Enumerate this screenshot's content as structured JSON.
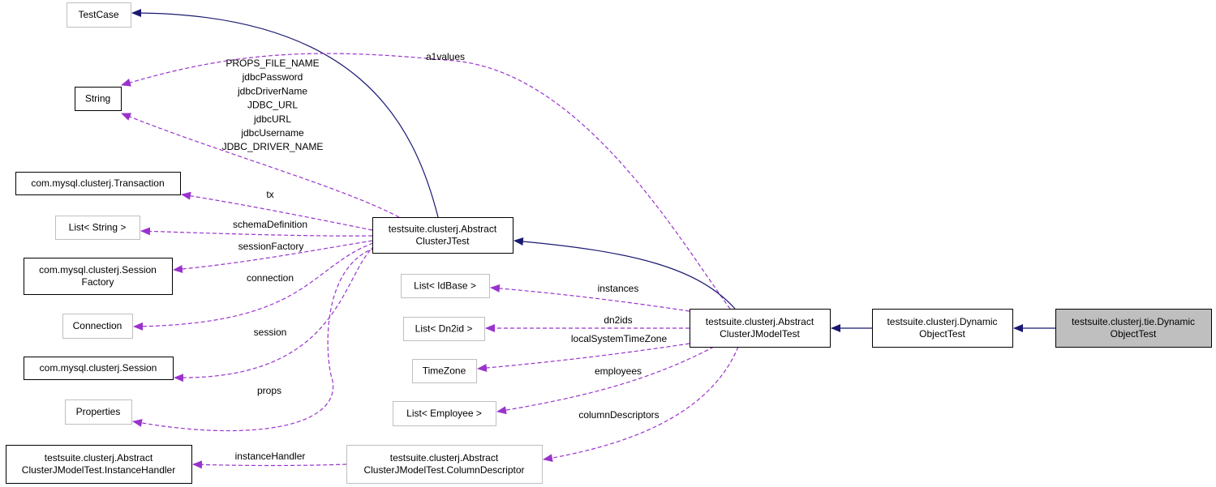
{
  "nodes": [
    {
      "id": "testcase",
      "lines": [
        "TestCase"
      ],
      "style": "external"
    },
    {
      "id": "string",
      "lines": [
        "String"
      ],
      "style": "normal"
    },
    {
      "id": "transaction",
      "lines": [
        "com.mysql.clusterj.Transaction"
      ],
      "style": "normal"
    },
    {
      "id": "list_string",
      "lines": [
        "List< String >"
      ],
      "style": "external"
    },
    {
      "id": "session_factory",
      "lines": [
        "com.mysql.clusterj.Session",
        "Factory"
      ],
      "style": "normal"
    },
    {
      "id": "connection",
      "lines": [
        "Connection"
      ],
      "style": "external"
    },
    {
      "id": "session",
      "lines": [
        "com.mysql.clusterj.Session"
      ],
      "style": "normal"
    },
    {
      "id": "properties",
      "lines": [
        "Properties"
      ],
      "style": "external"
    },
    {
      "id": "instance_handler",
      "lines": [
        "testsuite.clusterj.Abstract",
        "ClusterJModelTest.InstanceHandler"
      ],
      "style": "normal"
    },
    {
      "id": "abstract_test",
      "lines": [
        "testsuite.clusterj.Abstract",
        "ClusterJTest"
      ],
      "style": "normal"
    },
    {
      "id": "list_idbase",
      "lines": [
        "List< IdBase >"
      ],
      "style": "external"
    },
    {
      "id": "list_dn2id",
      "lines": [
        "List< Dn2id >"
      ],
      "style": "external"
    },
    {
      "id": "timezone",
      "lines": [
        "TimeZone"
      ],
      "style": "external"
    },
    {
      "id": "list_employee",
      "lines": [
        "List< Employee >"
      ],
      "style": "external"
    },
    {
      "id": "column_descriptor",
      "lines": [
        "testsuite.clusterj.Abstract",
        "ClusterJModelTest.ColumnDescriptor"
      ],
      "style": "external"
    },
    {
      "id": "abstract_model_test",
      "lines": [
        "testsuite.clusterj.Abstract",
        "ClusterJModelTest"
      ],
      "style": "normal"
    },
    {
      "id": "dynamic_object_test",
      "lines": [
        "testsuite.clusterj.Dynamic",
        "ObjectTest"
      ],
      "style": "normal"
    },
    {
      "id": "tie_dynamic_object_test",
      "lines": [
        "testsuite.clusterj.tie.Dynamic",
        "ObjectTest"
      ],
      "style": "focus"
    }
  ],
  "edges": [
    {
      "id": "e_testcase",
      "kind": "inherit",
      "from": "abstract_test",
      "to": "testcase",
      "label": []
    },
    {
      "id": "e_abstract_to_string",
      "kind": "use",
      "from": "abstract_test",
      "to": "string",
      "label": [
        "PROPS_FILE_NAME",
        "jdbcPassword",
        "jdbcDriverName",
        "JDBC_URL",
        "jdbcURL",
        "jdbcUsername",
        "JDBC_DRIVER_NAME"
      ]
    },
    {
      "id": "e_tx",
      "kind": "use",
      "from": "abstract_test",
      "to": "transaction",
      "label": [
        "tx"
      ]
    },
    {
      "id": "e_schema",
      "kind": "use",
      "from": "abstract_test",
      "to": "list_string",
      "label": [
        "schemaDefinition"
      ]
    },
    {
      "id": "e_sf",
      "kind": "use",
      "from": "abstract_test",
      "to": "session_factory",
      "label": [
        "sessionFactory"
      ]
    },
    {
      "id": "e_conn",
      "kind": "use",
      "from": "abstract_test",
      "to": "connection",
      "label": [
        "connection"
      ]
    },
    {
      "id": "e_session",
      "kind": "use",
      "from": "abstract_test",
      "to": "session",
      "label": [
        "session"
      ]
    },
    {
      "id": "e_props",
      "kind": "use",
      "from": "abstract_test",
      "to": "properties",
      "label": [
        "props"
      ]
    },
    {
      "id": "e_a1values",
      "kind": "use",
      "from": "abstract_model_test",
      "to": "string",
      "label": [
        "a1values"
      ]
    },
    {
      "id": "e_model_inherit",
      "kind": "inherit",
      "from": "abstract_model_test",
      "to": "abstract_test",
      "label": []
    },
    {
      "id": "e_instances",
      "kind": "use",
      "from": "abstract_model_test",
      "to": "list_idbase",
      "label": [
        "instances"
      ]
    },
    {
      "id": "e_dn2ids",
      "kind": "use",
      "from": "abstract_model_test",
      "to": "list_dn2id",
      "label": [
        "dn2ids"
      ]
    },
    {
      "id": "e_tz",
      "kind": "use",
      "from": "abstract_model_test",
      "to": "timezone",
      "label": [
        "localSystemTimeZone"
      ]
    },
    {
      "id": "e_employees",
      "kind": "use",
      "from": "abstract_model_test",
      "to": "list_employee",
      "label": [
        "employees"
      ]
    },
    {
      "id": "e_coldesc",
      "kind": "use",
      "from": "abstract_model_test",
      "to": "column_descriptor",
      "label": [
        "columnDescriptors"
      ]
    },
    {
      "id": "e_ihandler",
      "kind": "use",
      "from": "column_descriptor",
      "to": "instance_handler",
      "label": [
        "instanceHandler"
      ]
    },
    {
      "id": "e_dyn_inherit",
      "kind": "inherit",
      "from": "dynamic_object_test",
      "to": "abstract_model_test",
      "label": []
    },
    {
      "id": "e_tie_inherit",
      "kind": "inherit",
      "from": "tie_dynamic_object_test",
      "to": "dynamic_object_test",
      "label": []
    }
  ],
  "colors": {
    "inherit": "#191970",
    "use": "#9a32cd",
    "border_normal": "#000000",
    "border_external": "#bfbfbf",
    "focus_fill": "#bfbfbf",
    "text": "#000000"
  }
}
